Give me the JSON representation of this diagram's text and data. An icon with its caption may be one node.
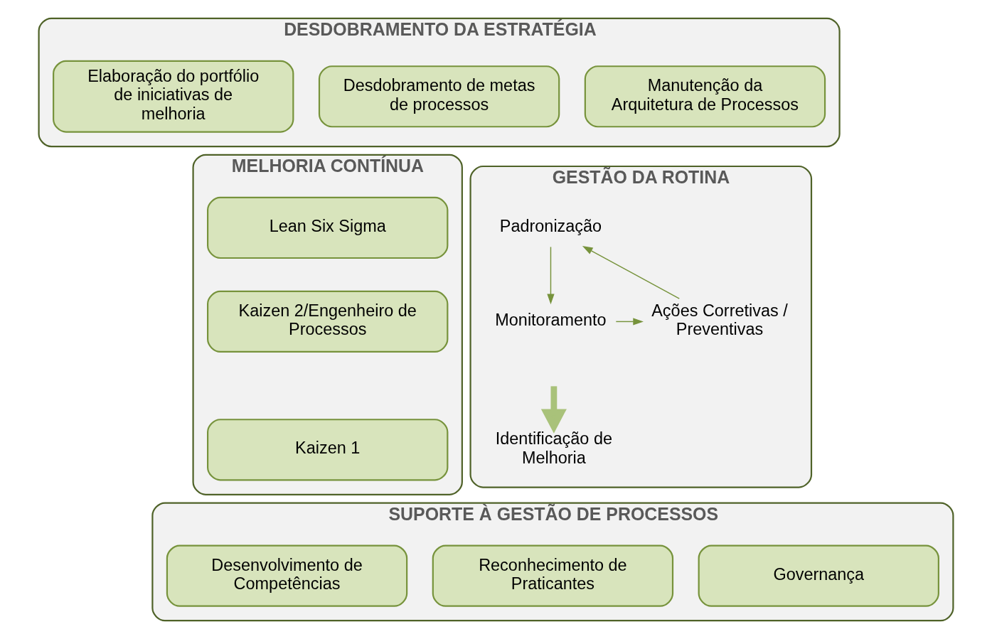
{
  "diagram": {
    "nodes": [
      {
        "text": [
          "DESDOBRAMENTO DA ESTRATÉGIA"
        ]
      },
      {
        "text": [
          "Manutenção da Arquitetura de Processos"
        ],
        "in": 0
      },
      {
        "text": [
          "Desdobramento de metas de processos"
        ],
        "in": 0
      },
      {
        "text": [
          "Elaboração do portfólio de iniciativas de melhoria"
        ],
        "in": 0
      },
      {
        "text": [
          "MELHORIA CONTÍNUA"
        ]
      },
      {
        "text": [
          "Lean Six Sigma"
        ],
        "in": 4
      },
      {
        "text": [
          "Kaizen 2/Engenheiro de Processos"
        ],
        "in": 4
      },
      {
        "text": [
          "Kaizen 1"
        ],
        "in": 4
      },
      {
        "text": [
          "GESTÃO DA ROTINA"
        ]
      },
      {
        "text": [
          "Padronização"
        ],
        "in": 8
      },
      {
        "text": [
          "Monitoramento"
        ],
        "in": 8
      },
      {
        "text": [
          "Ações Corretivas / Preventivas"
        ],
        "in": 8
      },
      {
        "text": [
          "Identificação de Melhoria"
        ],
        "in": 8
      },
      {
        "text": [
          "SUPORTE À GESTÃO DE PROCESSOS"
        ]
      },
      {
        "text": [
          "Governança"
        ],
        "in": 13
      },
      {
        "text": [
          "Reconhecimento de Praticantes"
        ],
        "in": 13
      },
      {
        "text": [
          "Desenvolvimento de Competências"
        ],
        "in": 13
      }
    ],
    "edges": [
      {
        "from": 11,
        "to": 9,
        "arrow": "to"
      },
      {
        "from": 9,
        "to": 10,
        "arrow": "to"
      },
      {
        "from": 10,
        "to": 11,
        "arrow": "to"
      },
      {
        "from": null,
        "to": 12,
        "arrow": "to",
        "style": "thick"
      }
    ]
  }
}
